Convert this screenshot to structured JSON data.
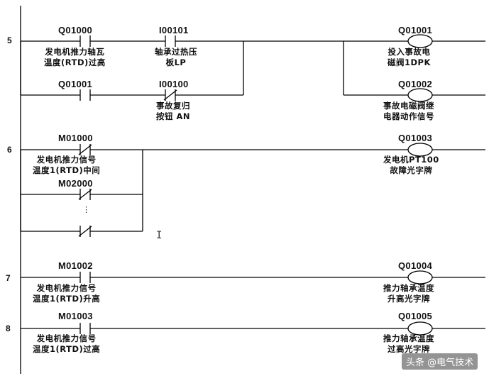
{
  "rungs": [
    {
      "number": "5"
    },
    {
      "number": "6"
    },
    {
      "number": "7"
    },
    {
      "number": "8"
    }
  ],
  "contacts": {
    "q01000": {
      "address": "Q01000",
      "description": "发电机推力轴瓦\n温度(RTD)过高"
    },
    "i00101": {
      "address": "I00101",
      "description": "轴承过热压\n板LP"
    },
    "q01001_contact": {
      "address": "Q01001",
      "description": ""
    },
    "i00100": {
      "address": "I00100",
      "description": "事故复归\n按钮 AN"
    },
    "m01000": {
      "address": "M01000",
      "description": "发电机推力信号\n温度1(RTD)中间"
    },
    "m02000": {
      "address": "M02000",
      "description": ""
    },
    "m01002": {
      "address": "M01002",
      "description": "发电机推力信号\n温度1(RTD)升高"
    },
    "m01003": {
      "address": "M01003",
      "description": "发电机推力信号\n温度1(RTD)过高"
    }
  },
  "coils": {
    "q01001": {
      "address": "Q01001",
      "description": "投入事故电\n磁阀1DPK"
    },
    "q01002": {
      "address": "Q01002",
      "description": "事故电磁阀继\n电器动作信号"
    },
    "q01003": {
      "address": "Q01003",
      "description": "发电机PT100\n故障光字牌"
    },
    "q01004": {
      "address": "Q01004",
      "description": "推力轴承温度\n升高光字牌"
    },
    "q01005": {
      "address": "Q01005",
      "description": "推力轴承温度\n过高光字牌"
    }
  },
  "ellipsis": "⋮",
  "cursor_glyph": "I",
  "watermark": "头条 @电气技术",
  "colors": {
    "line": "#000000",
    "background": "#ffffff"
  }
}
